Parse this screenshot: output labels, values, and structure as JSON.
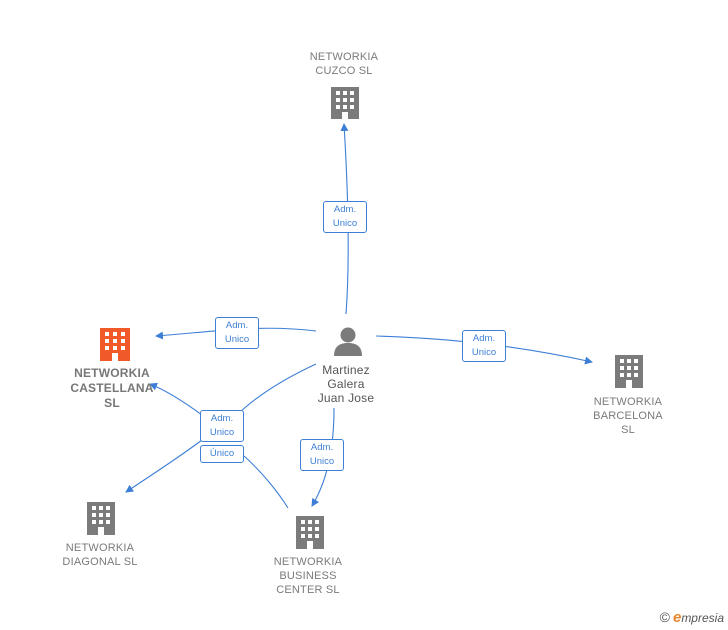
{
  "colors": {
    "edge": "#3d7fd6",
    "building": "#7b7b7b",
    "highlight": "#f05a28",
    "person": "#7b7b7b"
  },
  "nodes": {
    "cuzco": {
      "label_lines": [
        "NETWORKIA",
        "CUZCO  SL"
      ]
    },
    "castellana": {
      "label_lines": [
        "NETWORKIA",
        "CASTELLANA",
        "SL"
      ]
    },
    "barcelona": {
      "label_lines": [
        "NETWORKIA",
        "BARCELONA",
        "SL"
      ]
    },
    "diagonal": {
      "label_lines": [
        "NETWORKIA",
        "DIAGONAL  SL"
      ]
    },
    "business": {
      "label_lines": [
        "NETWORKIA",
        "BUSINESS",
        "CENTER SL"
      ]
    },
    "person": {
      "label_lines": [
        "Martinez",
        "Galera",
        "Juan Jose"
      ]
    }
  },
  "edge_labels": {
    "cuzco": [
      "Adm.",
      "Unico"
    ],
    "castellana": [
      "Adm.",
      "Unico"
    ],
    "barcelona": [
      "Adm.",
      "Unico"
    ],
    "business": [
      "Adm.",
      "Unico"
    ],
    "hub_a": [
      "Adm.",
      "Unico"
    ],
    "hub_b": [
      "Único"
    ]
  },
  "footer": {
    "copyright": "©",
    "brand_initial": "e",
    "brand_rest": "mpresia"
  }
}
